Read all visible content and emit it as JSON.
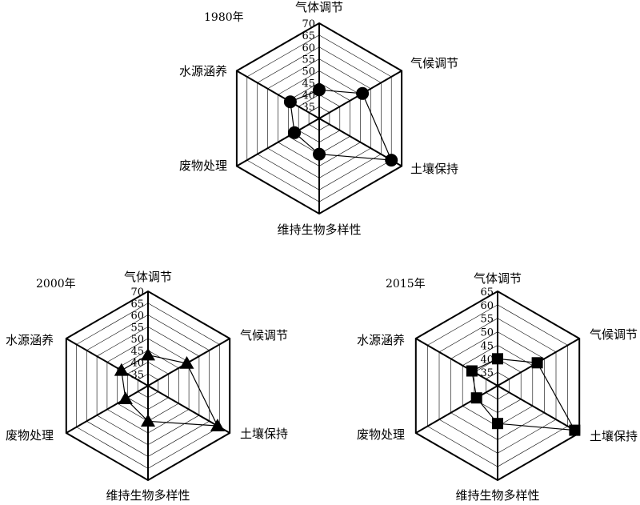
{
  "chart_data": [
    {
      "type": "radar",
      "title": "1980年",
      "axes": [
        "气体调节",
        "气候调节",
        "土壤保持",
        "维持生物多样性",
        "废物处理",
        "水源涵养"
      ],
      "ticks": [
        "35",
        "40",
        "45",
        "50",
        "55",
        "60",
        "65",
        "70"
      ],
      "range": [
        30,
        70
      ],
      "series": [
        {
          "values": [
            42,
            51,
            65,
            45,
            42,
            44
          ]
        }
      ],
      "marker": "circle"
    },
    {
      "type": "radar",
      "title": "2000年",
      "axes": [
        "气体调节",
        "气候调节",
        "土壤保持",
        "维持生物多样性",
        "废物处理",
        "水源涵养"
      ],
      "ticks": [
        "35",
        "40",
        "45",
        "50",
        "55",
        "60",
        "65",
        "70"
      ],
      "range": [
        30,
        70
      ],
      "series": [
        {
          "values": [
            43,
            49,
            64,
            45,
            41,
            43
          ]
        }
      ],
      "marker": "triangle"
    },
    {
      "type": "radar",
      "title": "2015年",
      "axes": [
        "气体调节",
        "气候调节",
        "土壤保持",
        "维持生物多样性",
        "废物处理",
        "水源涵养"
      ],
      "ticks": [
        "35",
        "40",
        "45",
        "50",
        "55",
        "60",
        "65"
      ],
      "range": [
        30,
        65
      ],
      "series": [
        {
          "values": [
            40,
            47,
            63,
            44,
            39,
            41
          ]
        }
      ],
      "marker": "square"
    }
  ]
}
